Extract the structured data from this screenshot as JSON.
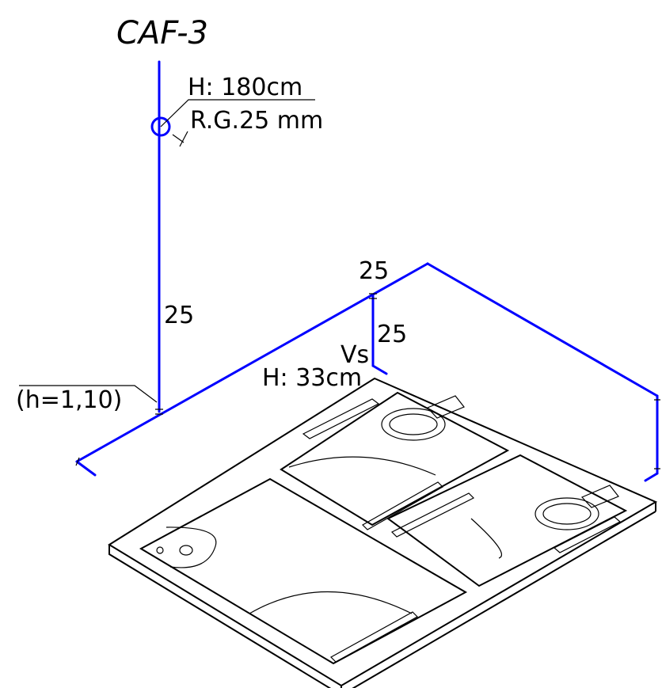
{
  "diagram": {
    "title": "CAF-3",
    "riser_height_label": "H: 180cm",
    "valve_label": "R.G.25  mm",
    "riser_diameter": "25",
    "main_diameter": "25",
    "branch_diameter": "25",
    "branch_label": "Vs",
    "branch_height_label": "H: 33cm",
    "floor_height_label": "(h=1,10)",
    "colors": {
      "pipe": "#0000ff",
      "drawing": "#000000",
      "background": "#ffffff"
    }
  }
}
